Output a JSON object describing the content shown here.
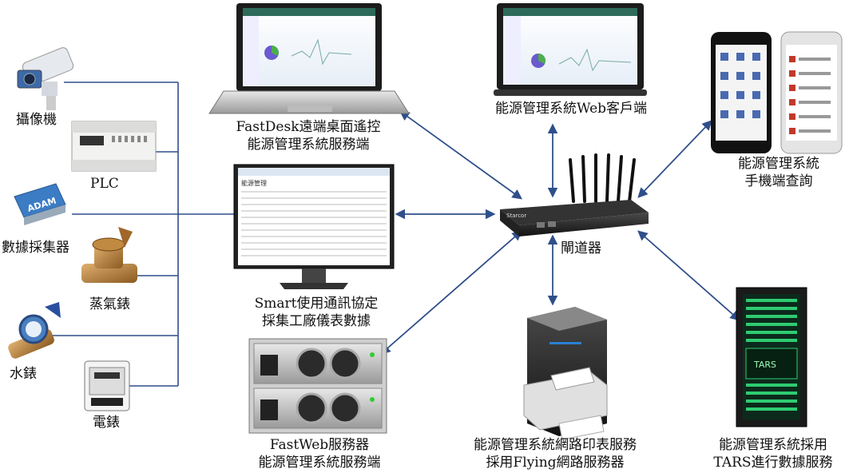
{
  "labels": {
    "camera": "攝像機",
    "plc": "PLC",
    "collector": "數據採集器",
    "steam_meter": "蒸氣錶",
    "water_meter": "水錶",
    "electric_meter": "電錶",
    "fastdesk_line1": "FastDesk遠端桌面遙控",
    "fastdesk_line2": "能源管理系統服務端",
    "web_client": "能源管理系統Web客戶端",
    "mobile_line1": "能源管理系統",
    "mobile_line2": "手機端查詢",
    "smart_line1": "Smart使用通訊協定",
    "smart_line2": "採集工廠儀表數據",
    "gateway": "閘道器",
    "fastweb_line1": "FastWeb服務器",
    "fastweb_line2": "能源管理系統服務端",
    "print_line1": "能源管理系統網路印表服務",
    "print_line2": "採用Flying網路服務器",
    "tars_line1": "能源管理系統採用",
    "tars_line2": "TARS進行數據服務"
  },
  "device_text": {
    "adam_logo": "ADAM",
    "tars_screen": "TARS",
    "monitor_title": "能源管理",
    "gateway_brand": "Starcor"
  },
  "colors": {
    "connector": "#2f4f8a",
    "arrow": "#2f4f8a",
    "text": "#111111"
  }
}
